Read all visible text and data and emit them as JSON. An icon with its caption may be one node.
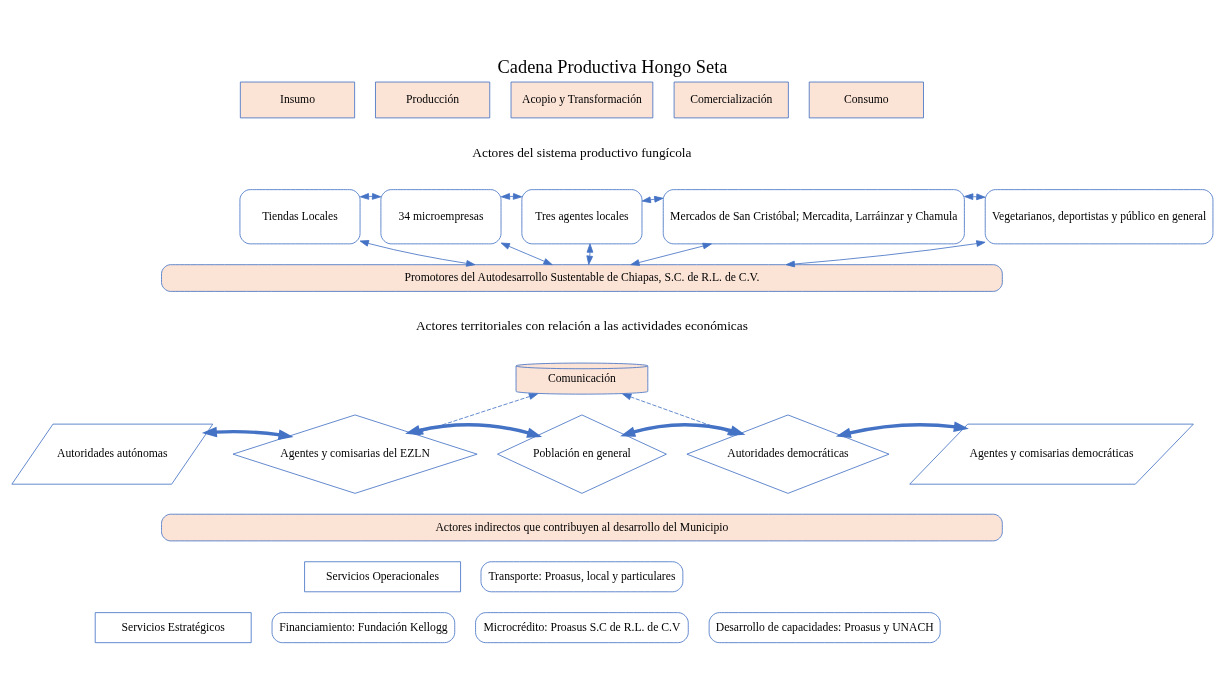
{
  "diagram": {
    "title": "Cadena Productiva Hongo Seta",
    "nodes": [
      {
        "text": [
          "Insumo"
        ]
      },
      {
        "text": [
          "Producción"
        ]
      },
      {
        "text": [
          "Acopio y Transformación"
        ]
      },
      {
        "text": [
          "Comercialización"
        ]
      },
      {
        "text": [
          "Consumo"
        ]
      },
      {
        "text": [
          "Tiendas Locales"
        ]
      },
      {
        "text": [
          "34 microempresas"
        ]
      },
      {
        "text": [
          "Tres agentes locales"
        ]
      },
      {
        "text": [
          "Mercados de San Cristóbal; Mercadita, Larráinzar y Chamula"
        ]
      },
      {
        "text": [
          "Vegetarianos, deportistas y público en general"
        ]
      },
      {
        "text": [
          "Promotores del Autodesarrollo Sustentable de Chiapas, S.C. de R.L. de C.V."
        ]
      },
      {
        "text": [
          "Autoridades autónomas"
        ]
      },
      {
        "text": [
          "Comunicación"
        ]
      },
      {
        "text": [
          "Agentes y comisarias del EZLN"
        ]
      },
      {
        "text": [
          "Población en general"
        ]
      },
      {
        "text": [
          "Autoridades democráticas"
        ]
      },
      {
        "text": [
          "Agentes y comisarias democráticas"
        ]
      },
      {
        "text": [
          "Actores indirectos que contribuyen al desarrollo del Municipio"
        ]
      },
      {
        "text": [
          "Servicios Operacionales"
        ]
      },
      {
        "text": [
          "Transporte: Proasus, local y particulares"
        ]
      },
      {
        "text": [
          "Servicios Estratégicos"
        ]
      },
      {
        "text": [
          "Financiamiento: Fundación Kellogg"
        ]
      },
      {
        "text": [
          "Microcrédito: Proasus S.C de R.L. de C.V"
        ]
      },
      {
        "text": [
          "Desarrollo de capacidades: Proasus y UNACH"
        ]
      }
    ],
    "edges": [
      {
        "from": 5,
        "to": 6,
        "arrow": "both",
        "style": "dashed"
      },
      {
        "from": 6,
        "to": 7,
        "arrow": "both",
        "style": "dashed"
      },
      {
        "from": 7,
        "to": 8,
        "arrow": "both",
        "style": "dashed"
      },
      {
        "from": 8,
        "to": 9,
        "arrow": "both",
        "style": "dashed"
      },
      {
        "from": 5,
        "to": 10,
        "arrow": "both"
      },
      {
        "from": 6,
        "to": 10,
        "arrow": "both"
      },
      {
        "from": 7,
        "to": 10,
        "arrow": "both"
      },
      {
        "from": 8,
        "to": 10,
        "arrow": "both"
      },
      {
        "from": 9,
        "to": 10,
        "arrow": "both"
      },
      {
        "from": 12,
        "to": 13,
        "arrow": "both",
        "style": "dashed"
      },
      {
        "from": 12,
        "to": 15,
        "arrow": "both",
        "style": "dashed"
      },
      {
        "from": 11,
        "to": 13,
        "arrow": "both",
        "style": "thick"
      },
      {
        "from": 13,
        "to": 14,
        "arrow": "both",
        "style": "thick"
      },
      {
        "from": 14,
        "to": 15,
        "arrow": "both",
        "style": "thick"
      },
      {
        "from": 15,
        "to": 16,
        "arrow": "both",
        "style": "thick"
      }
    ],
    "labels": [
      "Actores del sistema productivo fungícola",
      "Actores territoriales con relación a las actividades económicas"
    ]
  }
}
